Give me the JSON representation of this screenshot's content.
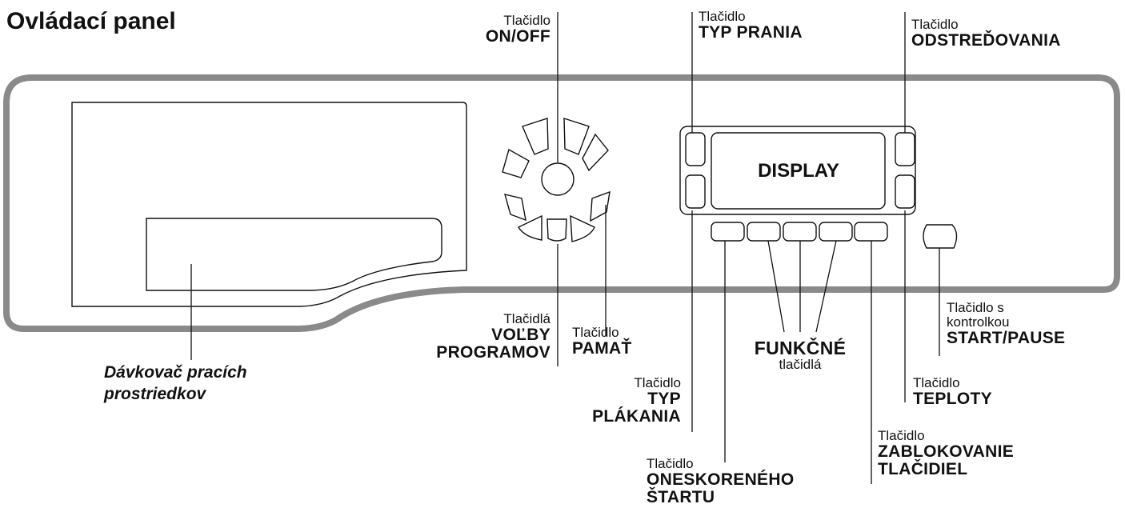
{
  "title": "Ovládací panel",
  "display_text": "DISPLAY",
  "labels": {
    "on_off": {
      "small": "Tlačidlo",
      "big": "ON/OFF"
    },
    "typ_prania": {
      "small": "Tlačidlo",
      "big": "TYP PRANIA"
    },
    "odstredovania": {
      "small": "Tlačidlo",
      "big": "ODSTREĎOVANIA"
    },
    "volby": {
      "small": "Tlačidlá",
      "big1": "VOĽBY",
      "big2": "PROGRAMOV"
    },
    "pamat": {
      "small": "Tlačidlo",
      "big": "PAMAŤ"
    },
    "funkcne": {
      "big": "FUNKČNÉ",
      "small": "tlačidlá"
    },
    "start_pause": {
      "small1": "Tlačidlo s",
      "small2": "kontrolkou",
      "big": "START/PAUSE"
    },
    "davkovac": {
      "line1": "Dávkovač pracích",
      "line2": "prostriedkov"
    },
    "typ_plakania": {
      "small": "Tlačidlo",
      "big1": "TYP",
      "big2": "PLÁKANIA"
    },
    "teploty": {
      "small": "Tlačidlo",
      "big": "TEPLOTY"
    },
    "zablokovanie": {
      "small": "Tlačidlo",
      "big1": "ZABLOKOVANIE",
      "big2": "TLAČIDIEL"
    },
    "oneskoreneho": {
      "small": "Tlačidlo",
      "big1": "ONESKORENÉHO",
      "big2": "ŠTARTU"
    }
  }
}
